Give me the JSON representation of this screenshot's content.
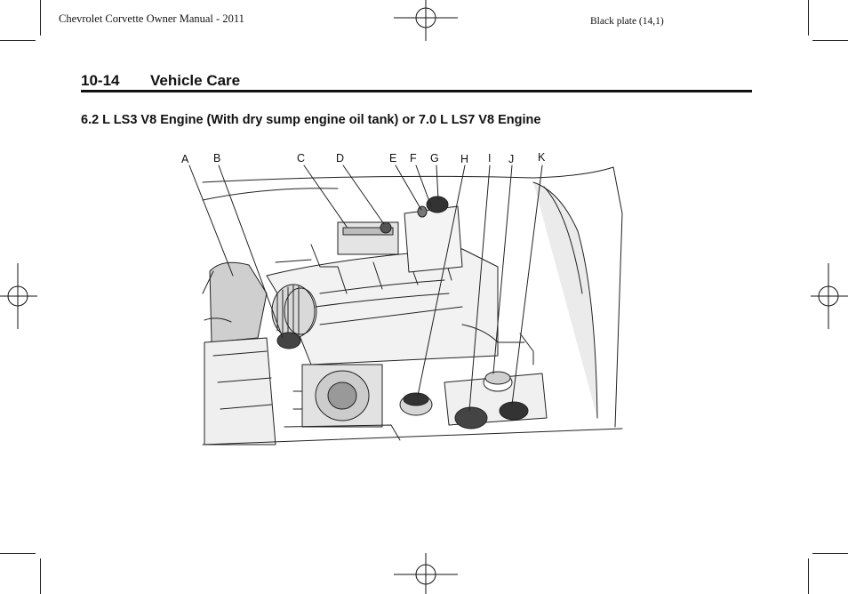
{
  "header": {
    "manual_title": "Chevrolet Corvette Owner Manual - 2011",
    "plate": "Black plate (14,1)"
  },
  "section": {
    "number": "10-14",
    "title": "Vehicle Care"
  },
  "subheading": "6.2 L LS3 V8 Engine (With dry sump engine oil tank) or 7.0 L LS7 V8 Engine",
  "figure": {
    "callouts": [
      "A",
      "B",
      "C",
      "D",
      "E",
      "F",
      "G",
      "H",
      "I",
      "J",
      "K"
    ]
  }
}
